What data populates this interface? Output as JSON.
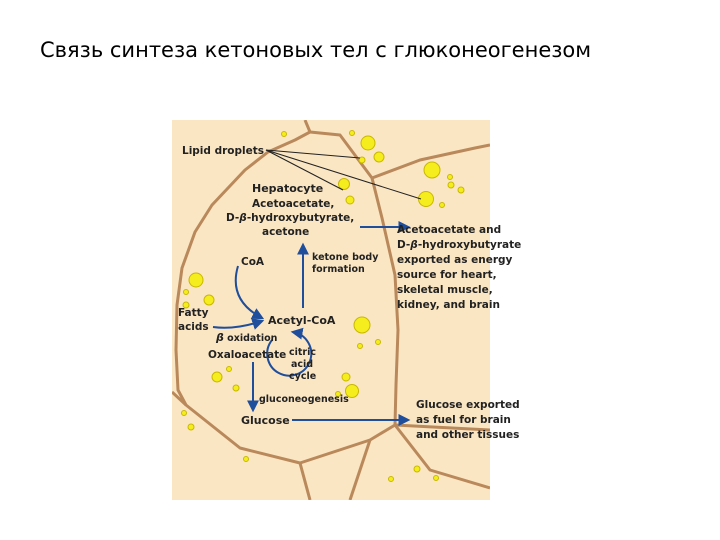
{
  "title": "Связь синтеза кетоновых тел с глюконеогенезом",
  "labels": {
    "lipid_droplets": "Lipid droplets",
    "hepatocyte": "Hepatocyte",
    "ketones_line1": "Acetoacetate,",
    "ketones_line2_prefix": "D-",
    "ketones_line2_beta": "β",
    "ketones_line2_rest": "-hydroxybutyrate,",
    "ketones_line3": "acetone",
    "coa": "CoA",
    "kbf_line1": "ketone body",
    "kbf_line2": "formation",
    "fatty_line1": "Fatty",
    "fatty_line2": "acids",
    "acetyl_coa": "Acetyl-CoA",
    "beta_ox_beta": "β",
    "beta_ox_rest": " oxidation",
    "oxaloacetate": "Oxaloacetate",
    "cac_line1": "citric",
    "cac_line2": "acid",
    "cac_line3": "cycle",
    "gluconeogenesis": "gluconeogenesis",
    "glucose": "Glucose",
    "export1_line1": "Acetoacetate and",
    "export1_line2_prefix": "D-",
    "export1_line2_beta": "β",
    "export1_line2_rest": "-hydroxybutyrate",
    "export1_line3": "exported as energy",
    "export1_line4": "source for heart,",
    "export1_line5": "skeletal muscle,",
    "export1_line6": "kidney, and brain",
    "export2_line1": "Glucose exported",
    "export2_line2": "as fuel for brain",
    "export2_line3": "and other tissues"
  },
  "colors": {
    "cell_fill": "#fbe6c3",
    "cell_border": "#b9895b",
    "droplet_fill": "#f5ed1e",
    "droplet_stroke": "#c8b800",
    "arrow": "#1f4e9c"
  }
}
